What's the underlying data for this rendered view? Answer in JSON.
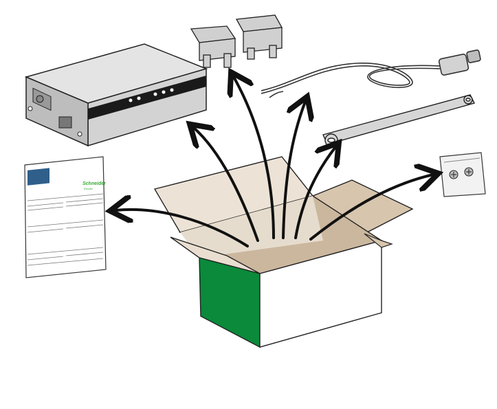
{
  "colors": {
    "box_front": "#ffffff",
    "box_side": "#0a8a3a",
    "box_inside": "#c7b29a",
    "box_flap": "#e9ded0",
    "device_body": "#c9c9c9",
    "device_stripe": "#1a1a1a",
    "leaflet_brand": "#3aaa35",
    "arrow": "#111111"
  },
  "items": [
    {
      "name": "modem-device",
      "icon": "router-icon"
    },
    {
      "name": "din-rail-clips",
      "icon": "clip-icon"
    },
    {
      "name": "antenna-cable",
      "icon": "cable-icon"
    },
    {
      "name": "mounting-strap",
      "icon": "strap-icon"
    },
    {
      "name": "screw-bag",
      "icon": "screws-icon"
    },
    {
      "name": "instruction-leaflet",
      "icon": "document-icon"
    }
  ],
  "leaflet": {
    "brand": "Schneider",
    "brand_sub": "Electric"
  }
}
